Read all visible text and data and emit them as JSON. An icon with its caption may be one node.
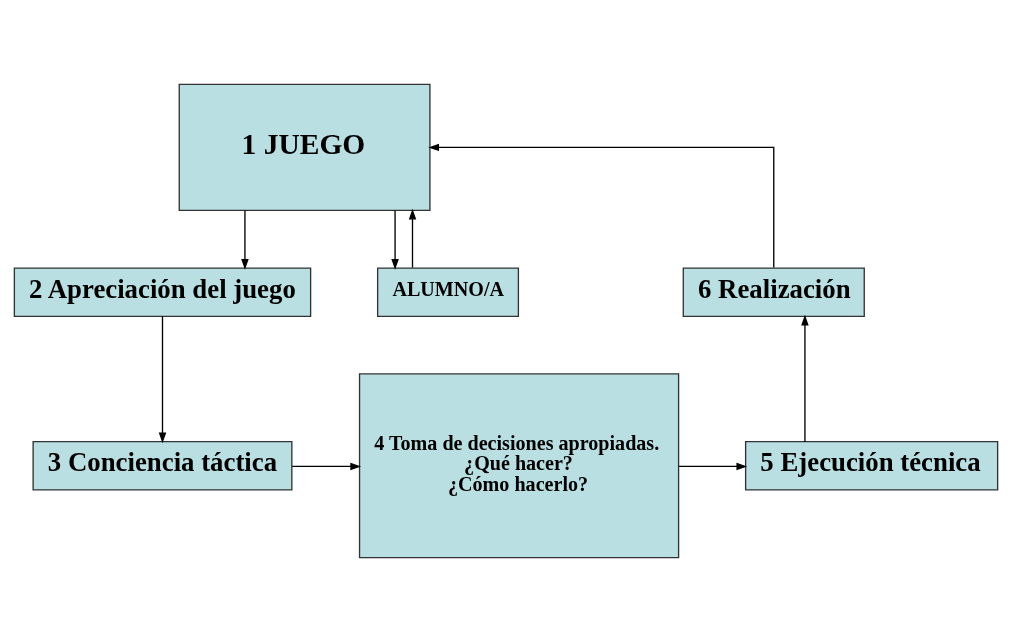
{
  "diagram": {
    "nodes": [
      {
        "text": [
          "1 JUEGO"
        ]
      },
      {
        "text": [
          "2 Apreciación del juego"
        ]
      },
      {
        "text": [
          "ALUMNO/A"
        ]
      },
      {
        "text": [
          "6 Realización"
        ]
      },
      {
        "text": [
          "3 Conciencia táctica"
        ]
      },
      {
        "text": [
          "5 Ejecución técnica"
        ]
      },
      {
        "text": [
          "4 Toma de decisiones apropiadas.",
          "¿Qué hacer?",
          "¿Cómo hacerlo?"
        ]
      }
    ],
    "edges": [
      {
        "from": 0,
        "to": 1,
        "arrow": "to"
      },
      {
        "from": 0,
        "to": 2,
        "arrow": "to"
      },
      {
        "from": 2,
        "to": 0,
        "arrow": "to"
      },
      {
        "from": 1,
        "to": 4,
        "arrow": "to"
      },
      {
        "from": 4,
        "to": 6,
        "arrow": "to"
      },
      {
        "from": 6,
        "to": 5,
        "arrow": "to"
      },
      {
        "from": 5,
        "to": 3,
        "arrow": "to"
      },
      {
        "from": 3,
        "to": 0,
        "arrow": "to"
      }
    ]
  }
}
